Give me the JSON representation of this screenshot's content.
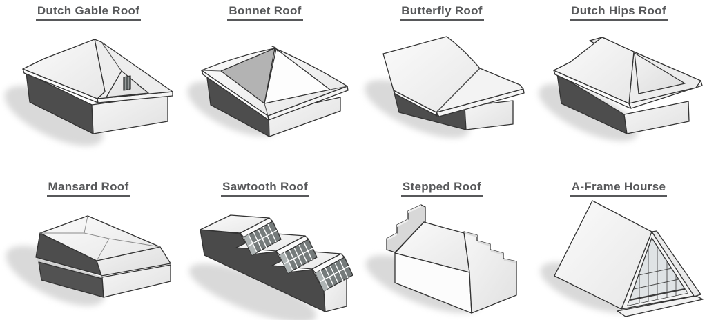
{
  "page": {
    "background": "#ffffff",
    "layout": "2x4 grid of roof type illustrations"
  },
  "figures": [
    {
      "id": "dutch-gable-roof",
      "label": "Dutch Gable Roof"
    },
    {
      "id": "bonnet-roof",
      "label": "Bonnet Roof"
    },
    {
      "id": "butterfly-roof",
      "label": "Butterfly Roof"
    },
    {
      "id": "dutch-hips-roof",
      "label": "Dutch Hips Roof"
    },
    {
      "id": "mansard-roof",
      "label": "Mansard Roof"
    },
    {
      "id": "sawtooth-roof",
      "label": "Sawtooth Roof"
    },
    {
      "id": "stepped-roof",
      "label": "Stepped Roof"
    },
    {
      "id": "a-frame-hourse",
      "label": "A-Frame Hourse"
    }
  ],
  "palette": {
    "title_color": "#57585a",
    "underline_color": "#57585a",
    "outline_color": "#333333",
    "dark_wall": "#4d4d4d",
    "mid_gray_slope": "#b3b3b3",
    "window_pane": "#757b7b",
    "parapet_gray": "#d8d8d8",
    "glass_tint": "#dfe3e5",
    "shadow": "#d9d9d9",
    "white_surface": "#f7f7f7"
  }
}
